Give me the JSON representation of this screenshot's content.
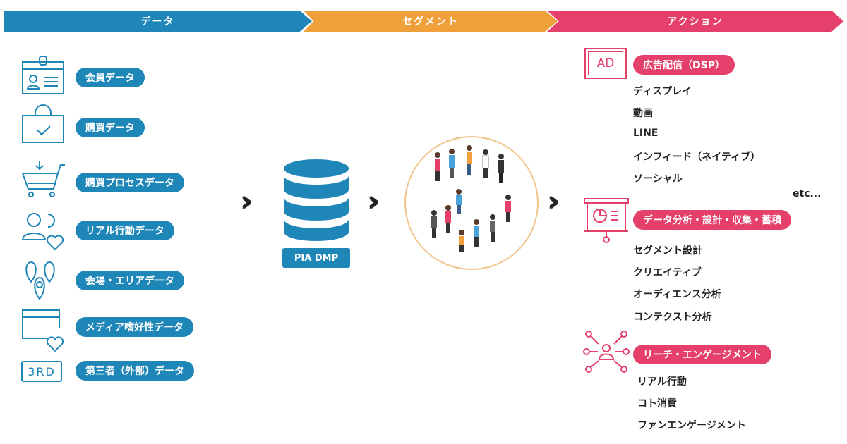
{
  "stages": [
    "データ",
    "セグメント",
    "アクション"
  ],
  "data_sources": [
    {
      "label": "会員データ",
      "icon": "member-card-icon"
    },
    {
      "label": "購買データ",
      "icon": "shopping-bag-icon"
    },
    {
      "label": "購買プロセスデータ",
      "icon": "shopping-cart-icon"
    },
    {
      "label": "リアル行動データ",
      "icon": "people-heart-icon"
    },
    {
      "label": "会場・エリアデータ",
      "icon": "location-pins-icon"
    },
    {
      "label": "メディア嗜好性データ",
      "icon": "browser-heart-icon"
    },
    {
      "label": "第三者（外部）データ",
      "icon": "third-party-icon"
    }
  ],
  "third_party_icon_text": "3RD",
  "dmp": {
    "label": "PIA DMP"
  },
  "actions": [
    {
      "title": "広告配信（DSP）",
      "icon_text": "AD",
      "items": [
        "ディスプレイ",
        "動画",
        "LINE",
        "インフィード（ネイティブ）",
        "ソーシャル"
      ],
      "note": "etc..."
    },
    {
      "title": "データ分析・設計・収集・蓄積",
      "items": [
        "セグメント設計",
        "クリエイティブ",
        "オーディエンス分析",
        "コンテクスト分析"
      ]
    },
    {
      "title": "リーチ・エンゲージメント",
      "items": [
        "リアル行動",
        "コト消費",
        "ファンエンゲージメント"
      ]
    }
  ],
  "colors": {
    "data": "#1f86b8",
    "segment": "#f0a03a",
    "action": "#e4406b"
  }
}
